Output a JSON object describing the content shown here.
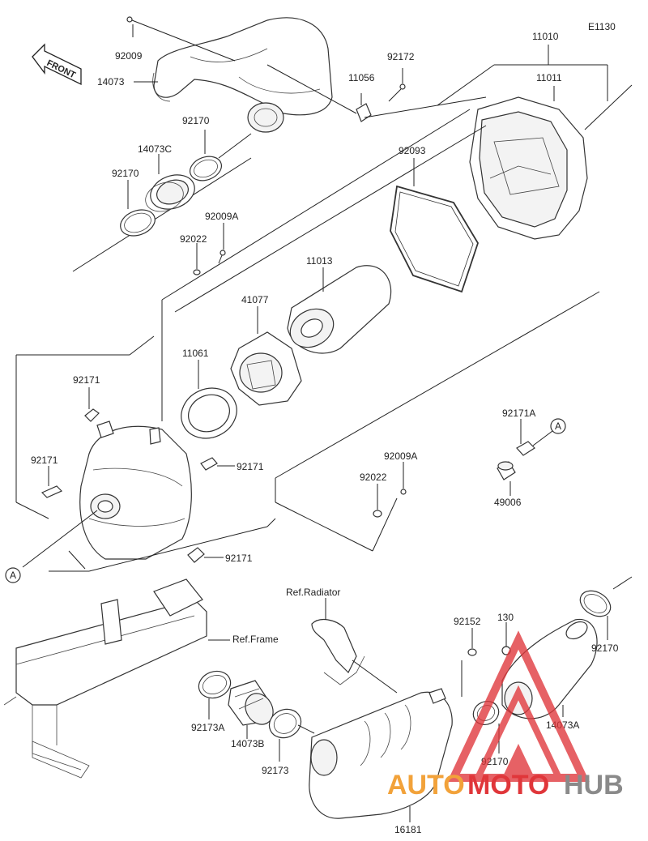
{
  "diagram_id": "E1130",
  "front_label": "FRONT",
  "reference_letter": "A",
  "ref_labels": {
    "radiator": "Ref.Radiator",
    "frame": "Ref.Frame"
  },
  "part_labels": {
    "p92009_top": "92009",
    "p14073": "14073",
    "p11056": "11056",
    "p92172": "92172",
    "p11010": "11010",
    "p11011": "11011",
    "p92170_a": "92170",
    "p14073C": "14073C",
    "p92170_b": "92170",
    "p92009A_a": "92009A",
    "p92022_a": "92022",
    "p92093": "92093",
    "p11013": "11013",
    "p41077": "41077",
    "p11061": "11061",
    "p92171_a": "92171",
    "p92171_b": "92171",
    "p92171_c": "92171",
    "p92171_d": "92171",
    "p92171A": "92171A",
    "p49006": "49006",
    "p92009A_b": "92009A",
    "p92022_b": "92022",
    "p92152": "92152",
    "p130": "130",
    "p92170_c": "92170",
    "p14073A": "14073A",
    "p92170_d": "92170",
    "p92173A": "92173A",
    "p14073B": "14073B",
    "p92173": "92173",
    "p16181": "16181"
  },
  "watermark": {
    "part1": "AUTO",
    "part2": "MOTO",
    "part3": "HUB"
  },
  "colors": {
    "line": "#222222",
    "watermark_red": "#e0363a",
    "watermark_orange": "#f2a23a",
    "watermark_gray": "#8a8a8a"
  }
}
